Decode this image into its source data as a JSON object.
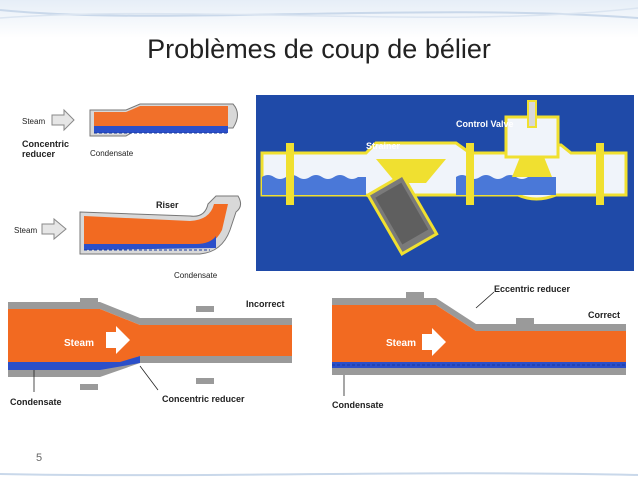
{
  "slide": {
    "title": "Problèmes de coup de bélier",
    "page_number": "5"
  },
  "diagrams": {
    "reducer": {
      "steam": "Steam",
      "reducer_label_1": "Concentric",
      "reducer_label_2": "reducer",
      "condensate": "Condensate"
    },
    "riser": {
      "steam": "Steam",
      "riser": "Riser",
      "condensate": "Condensate"
    },
    "strainer": {
      "strainer": "Strainer",
      "control_valve": "Control Valve"
    },
    "incorrect": {
      "status": "Incorrect",
      "steam": "Steam",
      "condensate": "Condensate",
      "reducer": "Concentric reducer"
    },
    "correct": {
      "status": "Correct",
      "steam": "Steam",
      "condensate": "Condensate",
      "reducer": "Eccentric reducer"
    }
  },
  "colors": {
    "steam": "#f26a21",
    "condensate": "#2b4fc9",
    "strainer_bg": "#1f4aa8",
    "fitting": "#f0e030",
    "pipe_gray": "#9a9a9a"
  }
}
